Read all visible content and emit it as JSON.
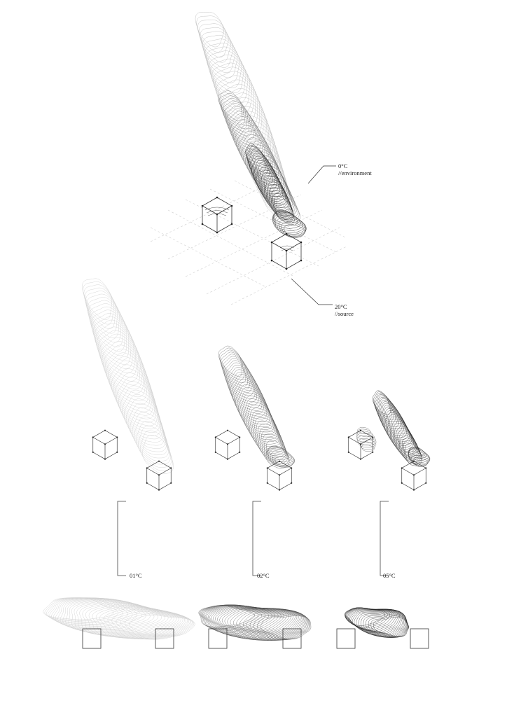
{
  "annotations": {
    "environment": {
      "temp": "0°C",
      "tag": "//environment"
    },
    "source": {
      "temp": "20°C",
      "tag": "//source"
    }
  },
  "stages": [
    {
      "label": "01°C"
    },
    {
      "label": "02°C"
    },
    {
      "label": "05°C"
    }
  ],
  "colors": {
    "line": "#222222",
    "faint": "#bdbdbd",
    "grid": "#cfcfcf"
  }
}
